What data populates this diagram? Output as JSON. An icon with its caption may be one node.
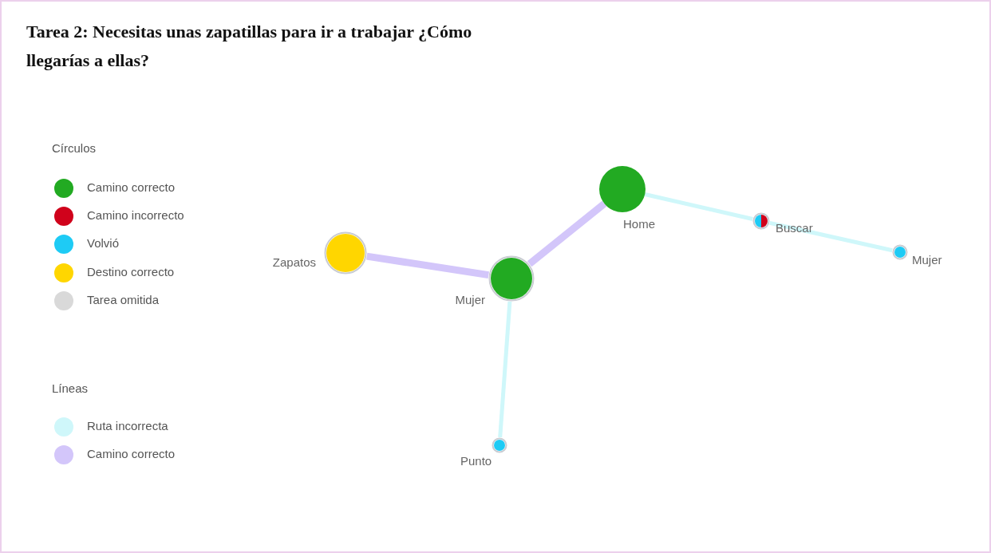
{
  "diagram": {
    "title": "Tarea 2: Necesitas unas zapatillas para ir a trabajar ¿Cómo llegarías a ellas?",
    "nodes": [
      {
        "text": [],
        "shape": "circle",
        "beside": [
          "Home"
        ]
      },
      {
        "text": [],
        "shape": "circle",
        "beside": [
          "Buscar"
        ]
      },
      {
        "text": [],
        "shape": "circle",
        "beside": [
          "Zapatos"
        ]
      },
      {
        "text": [],
        "shape": "circle",
        "beside": [
          "Mujer"
        ]
      },
      {
        "text": [],
        "shape": "circle",
        "beside": [
          "Mujer"
        ]
      },
      {
        "text": [],
        "shape": "circle",
        "beside": [
          "Punto"
        ]
      }
    ],
    "edges": [
      {
        "from": 2,
        "to": 4,
        "arrow": "none",
        "style": "thick",
        "color": "#d3c6fa"
      },
      {
        "from": 4,
        "to": 0,
        "arrow": "none",
        "style": "thick",
        "color": "#d3c6fa"
      },
      {
        "from": 0,
        "to": 1,
        "arrow": "none"
      },
      {
        "from": 1,
        "to": 3,
        "arrow": "none"
      },
      {
        "from": 4,
        "to": 5,
        "arrow": "none"
      }
    ],
    "labels": [
      "Círculos",
      "Líneas"
    ],
    "legend": [
      {
        "text": "Camino correcto",
        "color": "#22aa22"
      },
      {
        "text": "Camino incorrecto",
        "color": "#d0021b"
      },
      {
        "text": "Volvió",
        "color": "#1ecbf5"
      },
      {
        "text": "Destino correcto",
        "color": "#ffd600"
      },
      {
        "text": "Tarea omitida",
        "color": "#d9d9d9"
      },
      {
        "text": "Ruta incorrecta",
        "color": "#cff7fa"
      },
      {
        "text": "Camino correcto",
        "color": "#d3c6fa"
      }
    ]
  }
}
